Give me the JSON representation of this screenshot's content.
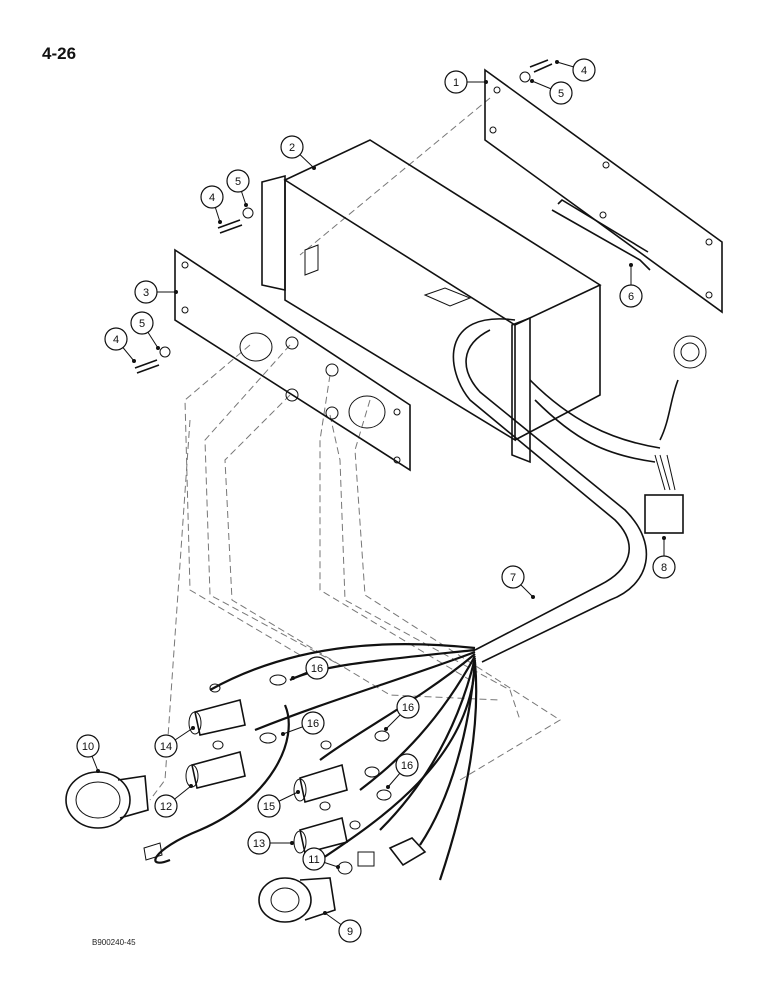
{
  "page": {
    "number": "4-26",
    "drawing_code": "B900240-45"
  },
  "callouts": [
    {
      "id": "c1",
      "label": "1"
    },
    {
      "id": "c2",
      "label": "2"
    },
    {
      "id": "c3",
      "label": "3"
    },
    {
      "id": "c4a",
      "label": "4"
    },
    {
      "id": "c4b",
      "label": "4"
    },
    {
      "id": "c4c",
      "label": "4"
    },
    {
      "id": "c5a",
      "label": "5"
    },
    {
      "id": "c5b",
      "label": "5"
    },
    {
      "id": "c5c",
      "label": "5"
    },
    {
      "id": "c6",
      "label": "6"
    },
    {
      "id": "c7",
      "label": "7"
    },
    {
      "id": "c8",
      "label": "8"
    },
    {
      "id": "c9",
      "label": "9"
    },
    {
      "id": "c10",
      "label": "10"
    },
    {
      "id": "c11",
      "label": "11"
    },
    {
      "id": "c12",
      "label": "12"
    },
    {
      "id": "c13",
      "label": "13"
    },
    {
      "id": "c14",
      "label": "14"
    },
    {
      "id": "c15",
      "label": "15"
    },
    {
      "id": "c16a",
      "label": "16"
    },
    {
      "id": "c16b",
      "label": "16"
    },
    {
      "id": "c16c",
      "label": "16"
    },
    {
      "id": "c16d",
      "label": "16"
    }
  ]
}
